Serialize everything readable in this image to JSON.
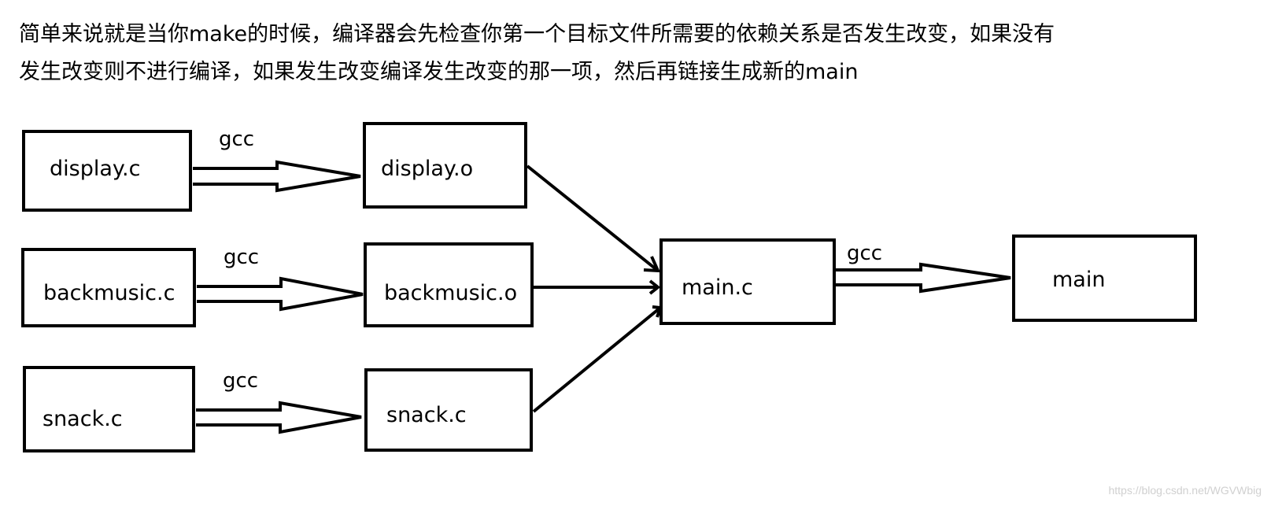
{
  "description": {
    "line1": "简单来说就是当你make的时候，编译器会先检查你第一个目标文件所需要的依赖关系是否发生改变，如果没有",
    "line2": "发生改变则不进行编译，如果发生改变编译发生改变的那一项，然后再链接生成新的main"
  },
  "sources": [
    {
      "label": "display.c"
    },
    {
      "label": "backmusic.c"
    },
    {
      "label": "snack.c"
    }
  ],
  "objects": [
    {
      "label": "display.o"
    },
    {
      "label": "backmusic.o"
    },
    {
      "label": "snack.c"
    }
  ],
  "compile_labels": [
    "gcc",
    "gcc",
    "gcc"
  ],
  "link_node": {
    "label": "main.c"
  },
  "link_label": "gcc",
  "output": {
    "label": "main"
  },
  "watermark": "https://blog.csdn.net/WGVWbig"
}
